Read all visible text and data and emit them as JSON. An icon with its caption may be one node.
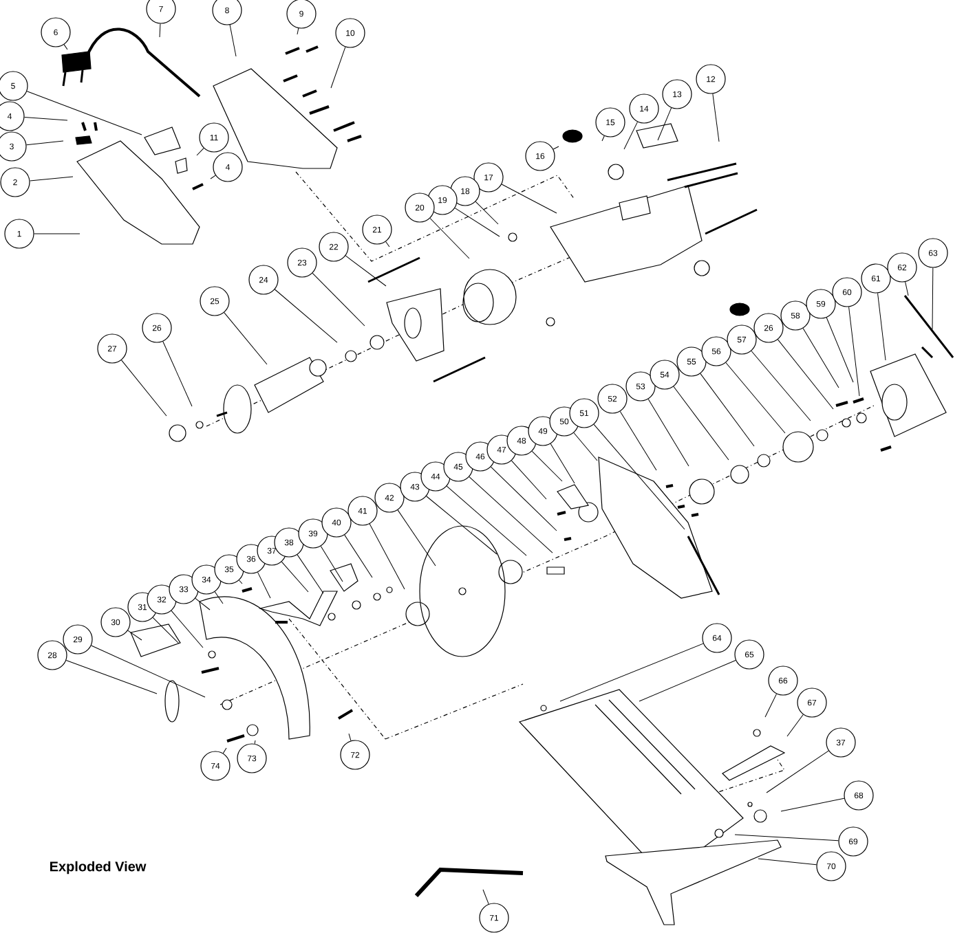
{
  "diagram": {
    "title": "Exploded View",
    "nodes": [
      {
        "text": [
          "1"
        ]
      },
      {
        "text": [
          "2"
        ]
      },
      {
        "text": [
          "3"
        ]
      },
      {
        "text": [
          "4"
        ]
      },
      {
        "text": [
          "5"
        ]
      },
      {
        "text": [
          "6"
        ]
      },
      {
        "text": [
          "7"
        ]
      },
      {
        "text": [
          "8"
        ]
      },
      {
        "text": [
          "9"
        ]
      },
      {
        "text": [
          "10"
        ]
      },
      {
        "text": [
          "11"
        ]
      },
      {
        "text": [
          "4"
        ]
      },
      {
        "text": [
          "12"
        ]
      },
      {
        "text": [
          "13"
        ]
      },
      {
        "text": [
          "14"
        ]
      },
      {
        "text": [
          "15"
        ]
      },
      {
        "text": [
          "16"
        ]
      },
      {
        "text": [
          "17"
        ]
      },
      {
        "text": [
          "18"
        ]
      },
      {
        "text": [
          "19"
        ]
      },
      {
        "text": [
          "20"
        ]
      },
      {
        "text": [
          "21"
        ]
      },
      {
        "text": [
          "22"
        ]
      },
      {
        "text": [
          "23"
        ]
      },
      {
        "text": [
          "24"
        ]
      },
      {
        "text": [
          "25"
        ]
      },
      {
        "text": [
          "26"
        ]
      },
      {
        "text": [
          "27"
        ]
      },
      {
        "text": [
          "28"
        ]
      },
      {
        "text": [
          "29"
        ]
      },
      {
        "text": [
          "30"
        ]
      },
      {
        "text": [
          "31"
        ]
      },
      {
        "text": [
          "32"
        ]
      },
      {
        "text": [
          "33"
        ]
      },
      {
        "text": [
          "34"
        ]
      },
      {
        "text": [
          "35"
        ]
      },
      {
        "text": [
          "36"
        ]
      },
      {
        "text": [
          "37"
        ]
      },
      {
        "text": [
          "38"
        ]
      },
      {
        "text": [
          "39"
        ]
      },
      {
        "text": [
          "40"
        ]
      },
      {
        "text": [
          "41"
        ]
      },
      {
        "text": [
          "42"
        ]
      },
      {
        "text": [
          "43"
        ]
      },
      {
        "text": [
          "44"
        ]
      },
      {
        "text": [
          "45"
        ]
      },
      {
        "text": [
          "46"
        ]
      },
      {
        "text": [
          "47"
        ]
      },
      {
        "text": [
          "48"
        ]
      },
      {
        "text": [
          "49"
        ]
      },
      {
        "text": [
          "50"
        ]
      },
      {
        "text": [
          "51"
        ]
      },
      {
        "text": [
          "52"
        ]
      },
      {
        "text": [
          "53"
        ]
      },
      {
        "text": [
          "54"
        ]
      },
      {
        "text": [
          "55"
        ]
      },
      {
        "text": [
          "56"
        ]
      },
      {
        "text": [
          "57"
        ]
      },
      {
        "text": [
          "26"
        ]
      },
      {
        "text": [
          "58"
        ]
      },
      {
        "text": [
          "59"
        ]
      },
      {
        "text": [
          "60"
        ]
      },
      {
        "text": [
          "61"
        ]
      },
      {
        "text": [
          "62"
        ]
      },
      {
        "text": [
          "63"
        ]
      },
      {
        "text": [
          "64"
        ]
      },
      {
        "text": [
          "65"
        ]
      },
      {
        "text": [
          "66"
        ]
      },
      {
        "text": [
          "67"
        ]
      },
      {
        "text": [
          "37"
        ]
      },
      {
        "text": [
          "68"
        ]
      },
      {
        "text": [
          "69"
        ]
      },
      {
        "text": [
          "70"
        ]
      },
      {
        "text": [
          "71"
        ]
      },
      {
        "text": [
          "72"
        ]
      },
      {
        "text": [
          "73"
        ]
      },
      {
        "text": [
          "74"
        ]
      }
    ],
    "edges": [
      {
        "from": 0,
        "to": null,
        "arrow": "none"
      },
      {
        "from": 1,
        "to": null,
        "arrow": "none"
      },
      {
        "from": 2,
        "to": null,
        "arrow": "none"
      },
      {
        "from": 3,
        "to": null,
        "arrow": "none"
      },
      {
        "from": 4,
        "to": null,
        "arrow": "none"
      },
      {
        "from": 5,
        "to": null,
        "arrow": "none"
      },
      {
        "from": 6,
        "to": null,
        "arrow": "none"
      },
      {
        "from": 7,
        "to": null,
        "arrow": "none"
      },
      {
        "from": 8,
        "to": null,
        "arrow": "none"
      },
      {
        "from": 9,
        "to": null,
        "arrow": "none"
      },
      {
        "from": 10,
        "to": null,
        "arrow": "none"
      },
      {
        "from": 11,
        "to": null,
        "arrow": "none"
      },
      {
        "from": 12,
        "to": null,
        "arrow": "none"
      },
      {
        "from": 13,
        "to": null,
        "arrow": "none"
      },
      {
        "from": 14,
        "to": null,
        "arrow": "none"
      },
      {
        "from": 15,
        "to": null,
        "arrow": "none"
      },
      {
        "from": 16,
        "to": null,
        "arrow": "none"
      },
      {
        "from": 17,
        "to": null,
        "arrow": "none"
      },
      {
        "from": 18,
        "to": null,
        "arrow": "none"
      },
      {
        "from": 19,
        "to": null,
        "arrow": "none"
      },
      {
        "from": 20,
        "to": null,
        "arrow": "none"
      },
      {
        "from": 21,
        "to": null,
        "arrow": "none"
      },
      {
        "from": 22,
        "to": null,
        "arrow": "none"
      },
      {
        "from": 23,
        "to": null,
        "arrow": "none"
      },
      {
        "from": 24,
        "to": null,
        "arrow": "none"
      },
      {
        "from": 25,
        "to": null,
        "arrow": "none"
      },
      {
        "from": 26,
        "to": null,
        "arrow": "none"
      },
      {
        "from": 27,
        "to": null,
        "arrow": "none"
      },
      {
        "from": 28,
        "to": null,
        "arrow": "none"
      },
      {
        "from": 29,
        "to": null,
        "arrow": "none"
      },
      {
        "from": 30,
        "to": null,
        "arrow": "none"
      },
      {
        "from": 31,
        "to": null,
        "arrow": "none"
      },
      {
        "from": 32,
        "to": null,
        "arrow": "none"
      },
      {
        "from": 33,
        "to": null,
        "arrow": "none"
      },
      {
        "from": 34,
        "to": null,
        "arrow": "none"
      },
      {
        "from": 35,
        "to": null,
        "arrow": "none"
      },
      {
        "from": 36,
        "to": null,
        "arrow": "none"
      },
      {
        "from": 37,
        "to": null,
        "arrow": "none"
      },
      {
        "from": 38,
        "to": null,
        "arrow": "none"
      },
      {
        "from": 39,
        "to": null,
        "arrow": "none"
      },
      {
        "from": 40,
        "to": null,
        "arrow": "none"
      },
      {
        "from": 41,
        "to": null,
        "arrow": "none"
      },
      {
        "from": 42,
        "to": null,
        "arrow": "none"
      },
      {
        "from": 43,
        "to": null,
        "arrow": "none"
      },
      {
        "from": 44,
        "to": null,
        "arrow": "none"
      },
      {
        "from": 45,
        "to": null,
        "arrow": "none"
      },
      {
        "from": 46,
        "to": null,
        "arrow": "none"
      },
      {
        "from": 47,
        "to": null,
        "arrow": "none"
      },
      {
        "from": 48,
        "to": null,
        "arrow": "none"
      },
      {
        "from": 49,
        "to": null,
        "arrow": "none"
      },
      {
        "from": 50,
        "to": null,
        "arrow": "none"
      },
      {
        "from": 51,
        "to": null,
        "arrow": "none"
      },
      {
        "from": 52,
        "to": null,
        "arrow": "none"
      },
      {
        "from": 53,
        "to": null,
        "arrow": "none"
      },
      {
        "from": 54,
        "to": null,
        "arrow": "none"
      },
      {
        "from": 55,
        "to": null,
        "arrow": "none"
      },
      {
        "from": 56,
        "to": null,
        "arrow": "none"
      },
      {
        "from": 57,
        "to": null,
        "arrow": "none"
      },
      {
        "from": 58,
        "to": null,
        "arrow": "none"
      },
      {
        "from": 59,
        "to": null,
        "arrow": "none"
      },
      {
        "from": 60,
        "to": null,
        "arrow": "none"
      },
      {
        "from": 61,
        "to": null,
        "arrow": "none"
      },
      {
        "from": 62,
        "to": null,
        "arrow": "none"
      },
      {
        "from": 63,
        "to": null,
        "arrow": "none"
      },
      {
        "from": 64,
        "to": null,
        "arrow": "none"
      },
      {
        "from": 65,
        "to": null,
        "arrow": "none"
      },
      {
        "from": 66,
        "to": null,
        "arrow": "none"
      },
      {
        "from": 67,
        "to": null,
        "arrow": "none"
      },
      {
        "from": 68,
        "to": null,
        "arrow": "none"
      },
      {
        "from": 69,
        "to": null,
        "arrow": "none"
      },
      {
        "from": 70,
        "to": null,
        "arrow": "none"
      },
      {
        "from": 71,
        "to": null,
        "arrow": "none"
      },
      {
        "from": 72,
        "to": null,
        "arrow": "none"
      },
      {
        "from": 73,
        "to": null,
        "arrow": "none"
      },
      {
        "from": 74,
        "to": null,
        "arrow": "none"
      },
      {
        "from": 75,
        "to": null,
        "arrow": "none"
      },
      {
        "from": 76,
        "to": null,
        "arrow": "none"
      }
    ]
  }
}
